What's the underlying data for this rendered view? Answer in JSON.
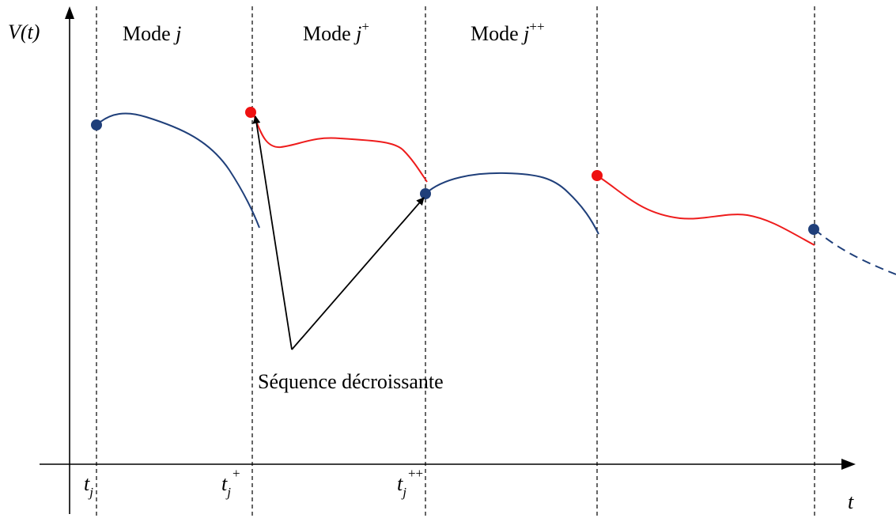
{
  "axes": {
    "y_label": "V(t)",
    "x_label": "t"
  },
  "modes": [
    {
      "base": "Mode ",
      "var": "j",
      "sup": ""
    },
    {
      "base": "Mode ",
      "var": "j",
      "sup": "+"
    },
    {
      "base": "Mode ",
      "var": "j",
      "sup": "++"
    }
  ],
  "time_ticks": [
    {
      "var": "t",
      "sub": "j",
      "sup": ""
    },
    {
      "var": "t",
      "sub": "j",
      "sup": "+"
    },
    {
      "var": "t",
      "sub": "j",
      "sup": "++"
    }
  ],
  "annotation": "Séquence décroissante",
  "colors": {
    "mode_curve": "#1f3f7a",
    "switch_curve": "#ee1c1c",
    "dot_blue": "#1f3f7a",
    "dot_red": "#ee1111",
    "axis": "#000000"
  }
}
